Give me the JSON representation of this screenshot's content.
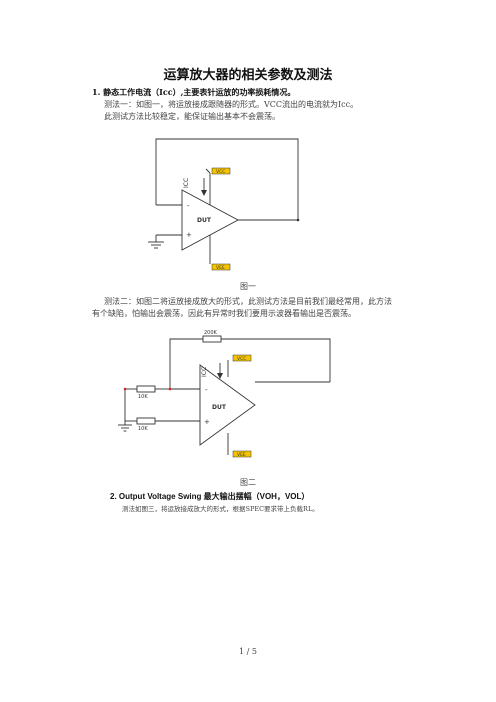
{
  "document": {
    "title": "运算放大器的相关参数及测法",
    "section1": {
      "heading": "1.  静态工作电流（Icc）,主要表针运放的功率损耗情况。",
      "para1": "测法一：如图一，将运放接成跟随器的形式。VCC流出的电流就为Icc。",
      "para2": "此测试方法比较稳定，能保证输出基本不会震荡。",
      "caption1": "图一",
      "para3_line1": "测法二：如图二将运放接成放大的形式，此测试方法是目前我们最经常用，此方法",
      "para3_line2": "有个缺陷，怕输出会震荡，因此有异常时我们要用示波器看输出是否震荡。",
      "caption2": "图二"
    },
    "section2": {
      "heading": "2.    Output Voltage Swing 最大输出摆幅（VOH，VOL）",
      "para1": "测法如图三，将运放接成放大的形式，根据SPEC要求带上负载RL。"
    },
    "page_footer": "1  /  5"
  },
  "figure1": {
    "icc_label": "ICC",
    "vcc_label": "VCC",
    "vee_label": "VEE",
    "dut_label": "DUT",
    "minus": "-",
    "plus": "+"
  },
  "figure2": {
    "icc_label": "ICC",
    "vcc_label": "VCC",
    "vee_label": "VEE",
    "dut_label": "DUT",
    "minus": "-",
    "plus": "+",
    "rf_label": "200K",
    "r1_label": "10K",
    "r2_label": "10K"
  },
  "colors": {
    "wire": "#333333",
    "label_fill": "#f5c400"
  }
}
